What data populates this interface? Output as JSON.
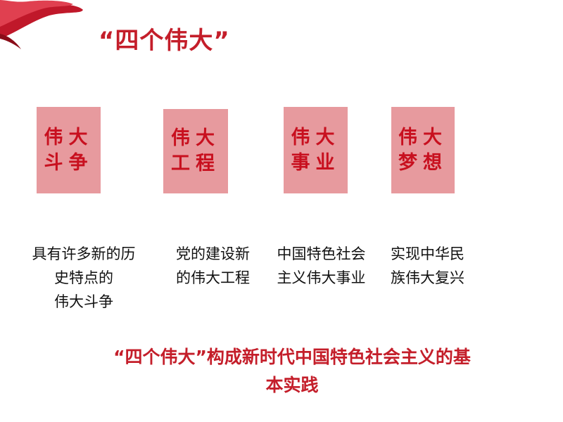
{
  "title": "“四个伟大”",
  "boxes": [
    {
      "label": "伟大斗争",
      "caption": "具有许多新的历史特点的伟大斗争",
      "caption_lines": [
        "具有许多新的历",
        "史特点的",
        "伟大斗争"
      ]
    },
    {
      "label": "伟大工程",
      "caption": "党的建设新的伟大工程",
      "caption_lines": [
        "党的建设新",
        "的伟大工程"
      ]
    },
    {
      "label": "伟大事业",
      "caption": "中国特色社会主义伟大事业",
      "caption_lines": [
        "中国特色社会",
        "主义伟大事业"
      ]
    },
    {
      "label": "伟大梦想",
      "caption": "实现中华民族伟大复兴",
      "caption_lines": [
        "实现中华民",
        "族伟大复兴"
      ]
    }
  ],
  "conclusion": "“四个伟大”构成新时代中国特色社会主义的基本实践",
  "colors": {
    "title": "#c41e2a",
    "box_fill": "#e79a9e",
    "box_text": "#c8101f",
    "ribbon": "#b01020"
  }
}
